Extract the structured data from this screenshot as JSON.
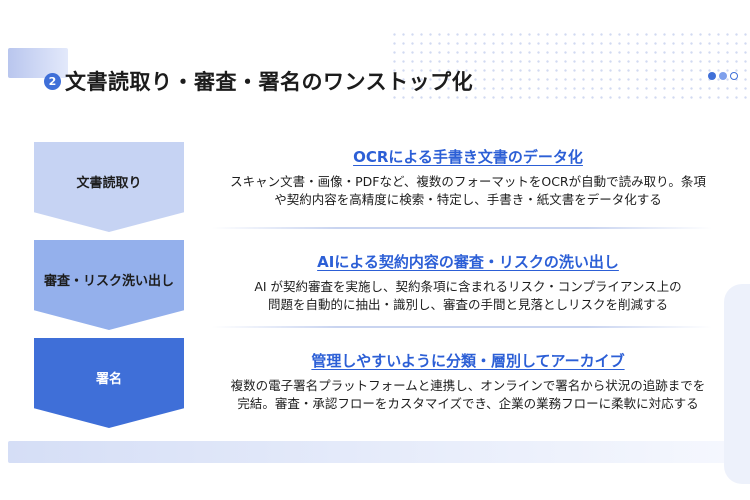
{
  "slide": {
    "number": "2",
    "title": "文書読取り・審査・署名のワンストップ化"
  },
  "steps": [
    {
      "label": "文書読取り",
      "heading": "OCRによる手書き文書のデータ化",
      "line1": "スキャン文書・画像・PDFなど、複数のフォーマットをOCRが自動で読み取り。条項",
      "line2": "や契約内容を高精度に検索・特定し、手書き・紙文書をデータ化する"
    },
    {
      "label": "審査・リスク洗い出し",
      "heading": "AIによる契約内容の審査・リスクの洗い出し",
      "line1": "AI が契約審査を実施し、契約条項に含まれるリスク・コンプライアンス上の",
      "line2": "問題を自動的に抽出・識別し、審査の手間と見落としリスクを削減する"
    },
    {
      "label": "署名",
      "heading": "管理しやすいように分類・層別してアーカイブ",
      "line1": "複数の電子署名プラットフォームと連携し、オンラインで署名から状況の追跡までを",
      "line2": "完結。審査・承認フローをカスタマイズでき、企業の業務フローに柔軟に対応する"
    }
  ],
  "colors": {
    "accent": "#3f6fd8",
    "heading": "#2c5fd6",
    "step1": "#c6d3f3",
    "step2": "#94b0ec",
    "step3": "#3f6fd8"
  }
}
